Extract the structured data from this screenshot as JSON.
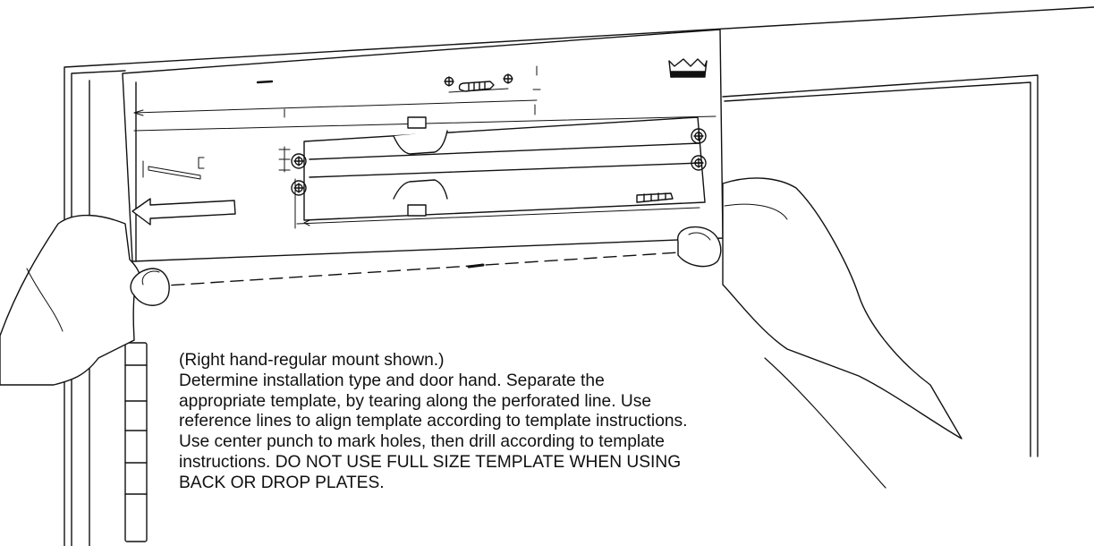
{
  "caption": {
    "lines": [
      "(Right hand-regular mount shown.)",
      "Determine installation type and door hand. Separate the",
      "appropriate template, by tearing along the perforated line. Use",
      "reference lines to align template according to template instructions.",
      "Use center punch to mark holes, then drill according to template",
      "instructions. DO NOT USE FULL SIZE TEMPLATE WHEN USING",
      "BACK OR DROP PLATES."
    ]
  },
  "colors": {
    "line": "#111111",
    "paper": "#ffffff",
    "fill": "#bbbbbb"
  },
  "icons": {
    "logo": "crown-logo-icon",
    "arrow": "direction-arrow-icon",
    "screws": "screw-icon"
  }
}
